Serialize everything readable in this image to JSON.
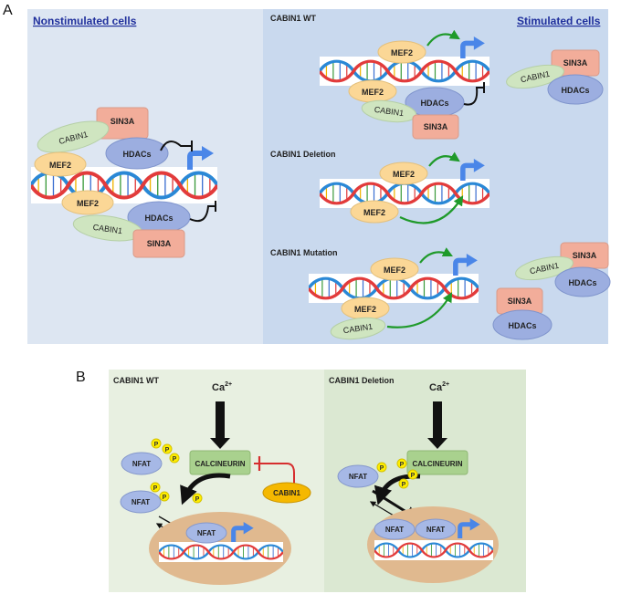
{
  "panel_a": {
    "letter": "A",
    "left_title": "Nonstimulated cells",
    "right_title": "Stimulated cells",
    "wt_title": "CABIN1 WT",
    "deletion_title": "CABIN1 Deletion",
    "mutation_title": "CABIN1 Mutation"
  },
  "panel_b": {
    "letter": "B",
    "wt_title": "CABIN1 WT",
    "deletion_title": "CABIN1 Deletion",
    "ca_base": "Ca",
    "ca_sup": "2+"
  },
  "labels": {
    "sin3a": "SIN3A",
    "cabin1": "CABIN1",
    "hdacs": "HDACs",
    "mef2": "MEF2",
    "nfat": "NFAT",
    "calcineurin": "CALCINEURIN",
    "p": "P"
  },
  "colors": {
    "left_bg": "#dde6f2",
    "right_bg": "#c9d9ee",
    "b_left_bg": "#e8f0e1",
    "b_right_bg": "#dbe8d2",
    "sin3a": "#f2ad9a",
    "cabin1": "#cfe5c0",
    "hdacs": "#9caee0",
    "mef2": "#fbd796",
    "nfat": "#a6b8e6",
    "calcineurin": "#a9d18e",
    "nucleus": "#e0b98f",
    "phosphate": "#ffee00",
    "promoter_arrow": "#4a86e8",
    "activation_arrow": "#1f9a2a",
    "inhibition": "#d62e2e",
    "header_blue": "#1f2f9c"
  }
}
